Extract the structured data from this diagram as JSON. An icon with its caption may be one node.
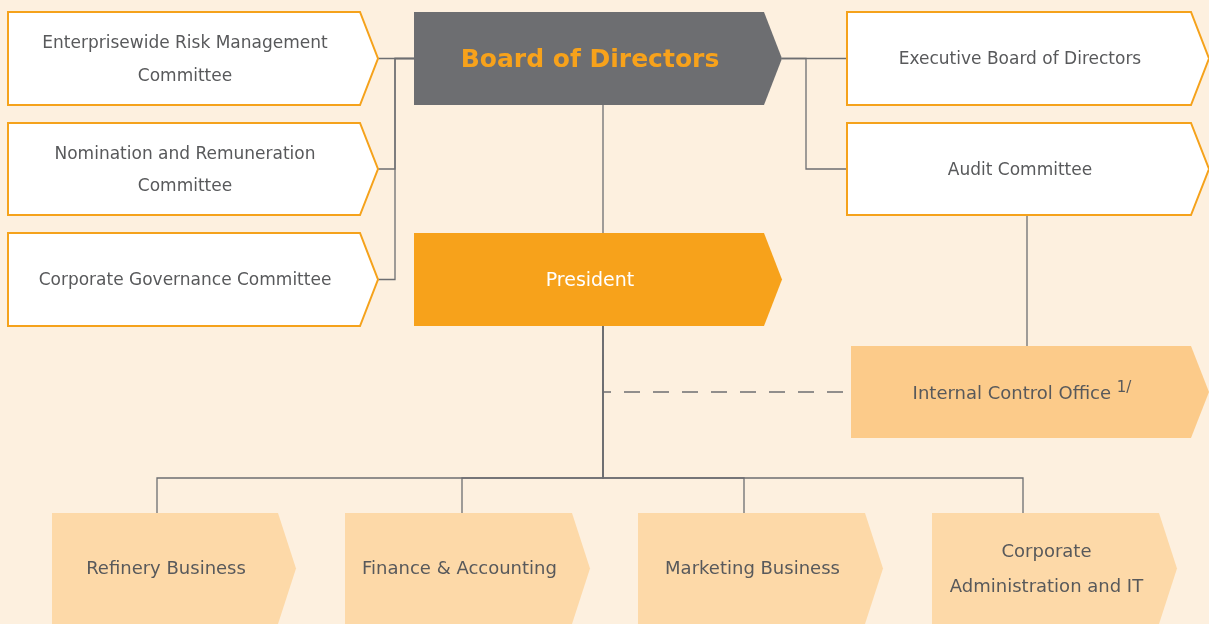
{
  "diagram": {
    "nodes": [
      {
        "text": [
          "Enterprisewide Risk Management Committee"
        ]
      },
      {
        "text": [
          "Nomination and Remuneration Committee"
        ]
      },
      {
        "text": [
          "Corporate Governance Committee"
        ]
      },
      {
        "text": [
          "Board of Directors"
        ]
      },
      {
        "text": [
          "Executive Board of Directors"
        ]
      },
      {
        "text": [
          "Audit Committee"
        ]
      },
      {
        "text": [
          "President"
        ]
      },
      {
        "text": [
          "Internal Control Office $^{1/}$"
        ]
      },
      {
        "text": [
          "Refinery Business"
        ]
      },
      {
        "text": [
          "Finance & Accounting"
        ]
      },
      {
        "text": [
          "Marketing Business"
        ]
      },
      {
        "text": [
          "Corporate Administration and IT"
        ]
      }
    ],
    "edges": [
      {
        "from": 3,
        "to": 0,
        "arrow": "none"
      },
      {
        "from": 3,
        "to": 1,
        "arrow": "none"
      },
      {
        "from": 3,
        "to": 2,
        "arrow": "none"
      },
      {
        "from": 3,
        "to": 4,
        "arrow": "none"
      },
      {
        "from": 3,
        "to": 5,
        "arrow": "none"
      },
      {
        "from": 3,
        "to": 6,
        "arrow": "none"
      },
      {
        "from": 5,
        "to": 7,
        "arrow": "none"
      },
      {
        "from": 6,
        "to": 7,
        "arrow": "none",
        "style": "dashed"
      },
      {
        "from": 6,
        "to": 8,
        "arrow": "none"
      },
      {
        "from": 6,
        "to": 9,
        "arrow": "none"
      },
      {
        "from": 6,
        "to": 10,
        "arrow": "none"
      },
      {
        "from": 6,
        "to": 11,
        "arrow": "none"
      }
    ]
  }
}
